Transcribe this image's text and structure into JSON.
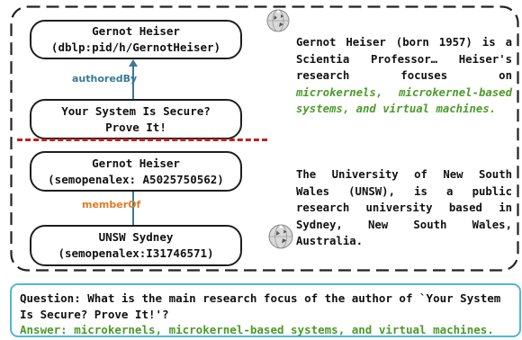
{
  "graph_top": {
    "entity_node": {
      "line1": "Gernot Heiser",
      "line2": "(dblp:pid/h/GernotHeiser)"
    },
    "paper_node": {
      "line1": "Your System Is Secure?",
      "line2": "Prove It!"
    },
    "edge_label": "authoredBy",
    "edge_color": "#3a7a93"
  },
  "graph_bottom": {
    "entity_node": {
      "line1": "Gernot Heiser",
      "line2": "(semopenalex: A5025750562)"
    },
    "institution_node": {
      "line1": "UNSW Sydney",
      "line2": "(semopenalex:I31746571)"
    },
    "edge_label": "memberOf",
    "edge_color": "#e07b24"
  },
  "wiki_top": {
    "text_before": "Gernot Heiser (born 1957) is a Scientia Professor… Heiser's research focuses on ",
    "highlight": "microkernels, microkernel-based systems, and virtual machines."
  },
  "wiki_bottom": {
    "text": "The University of New South Wales (UNSW), is a public research university based in Sydney, New South Wales, Australia."
  },
  "icons": [
    "wikipedia-globe-icon",
    "wikipedia-globe-icon"
  ],
  "qa": {
    "question": "Question: What is the main research focus of the author of `Your System Is Secure? Prove It!'?",
    "answer": "Answer: microkernels, microkernel-based systems, and virtual machines."
  },
  "colors": {
    "highlight_green": "#4c9a2a",
    "divider_red": "#c41e1e",
    "qa_border": "#4fb7dc"
  }
}
